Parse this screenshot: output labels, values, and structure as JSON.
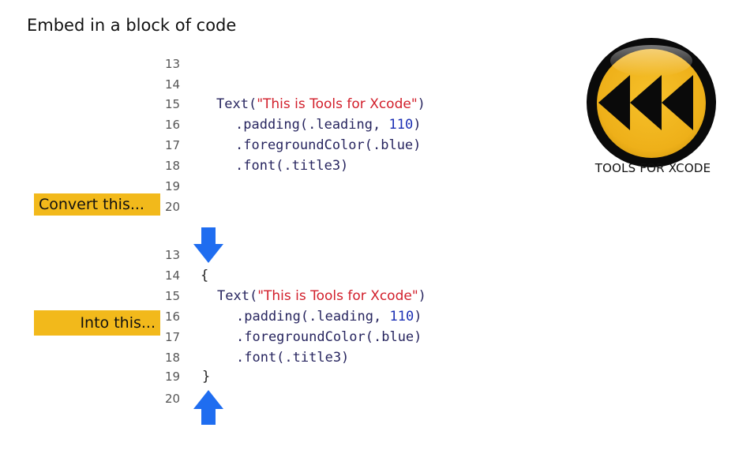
{
  "slide": {
    "title": "Embed in a block of code"
  },
  "labels": {
    "convert": "Convert this...",
    "into": "Into this..."
  },
  "before_code": {
    "lines": [
      {
        "number": "13",
        "code": ""
      },
      {
        "number": "14",
        "code": ""
      },
      {
        "number": "15",
        "code_prefix": "Text(",
        "string": "\"This is Tools for Xcode\"",
        "code_suffix": ")"
      },
      {
        "number": "16",
        "code_prefix": ".padding(.leading, ",
        "number_literal": "110",
        "code_suffix": ")"
      },
      {
        "number": "17",
        "code": ".foregroundColor(.blue)"
      },
      {
        "number": "18",
        "code": ".font(.title3)"
      },
      {
        "number": "19",
        "code": ""
      },
      {
        "number": "20",
        "code": ""
      }
    ]
  },
  "after_code": {
    "lines": [
      {
        "number": "13",
        "code": ""
      },
      {
        "number": "14",
        "code": "{"
      },
      {
        "number": "15",
        "code_prefix": "Text(",
        "string": "\"This is Tools for Xcode\"",
        "code_suffix": ")"
      },
      {
        "number": "16",
        "code_prefix": ".padding(.leading, ",
        "number_literal": "110",
        "code_suffix": ")"
      },
      {
        "number": "17",
        "code": ".foregroundColor(.blue)"
      },
      {
        "number": "18",
        "code": ".font(.title3)"
      },
      {
        "number": "19",
        "code": "}"
      },
      {
        "number": "20",
        "code": ""
      }
    ]
  },
  "logo": {
    "icon": "rewind-icon",
    "caption": "TOOLS FOR XCODE"
  },
  "colors": {
    "highlight": "#f2b91b",
    "arrow": "#1f6df0",
    "string": "#d21f2b",
    "code": "#27255f",
    "number": "#1b2fb4",
    "logo_fill": "#f0b41c"
  }
}
